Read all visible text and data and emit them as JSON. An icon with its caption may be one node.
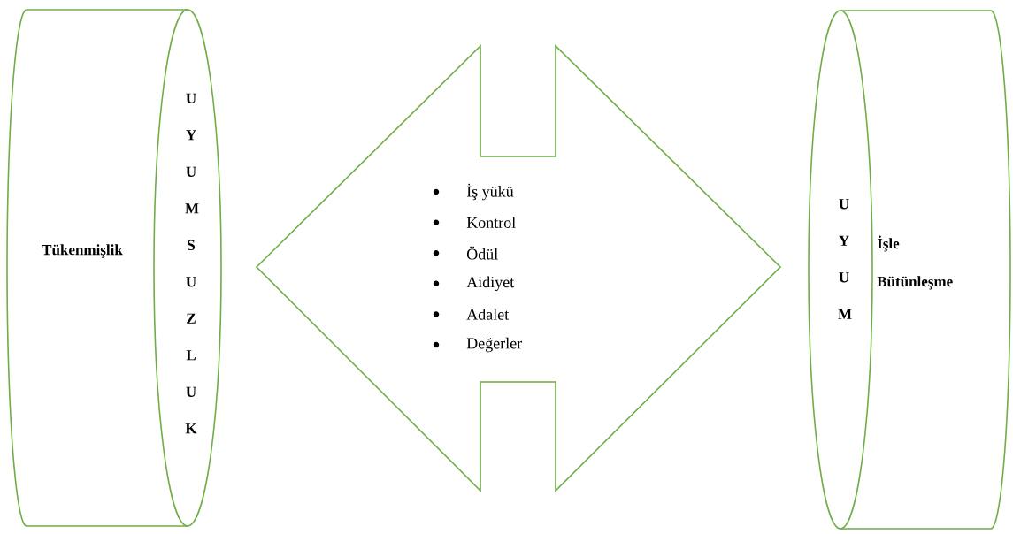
{
  "diagram": {
    "nodes": [
      {
        "text": [
          "Tükenmişlik",
          "U Y U M S U Z L U K"
        ]
      },
      {
        "text": [
          "İş yükü",
          "Kontrol",
          "Ödül",
          "Aidiyet",
          "Adalet",
          "Değerler"
        ]
      },
      {
        "text": [
          "U Y U M",
          "İşle Bütünleşme"
        ]
      }
    ]
  }
}
